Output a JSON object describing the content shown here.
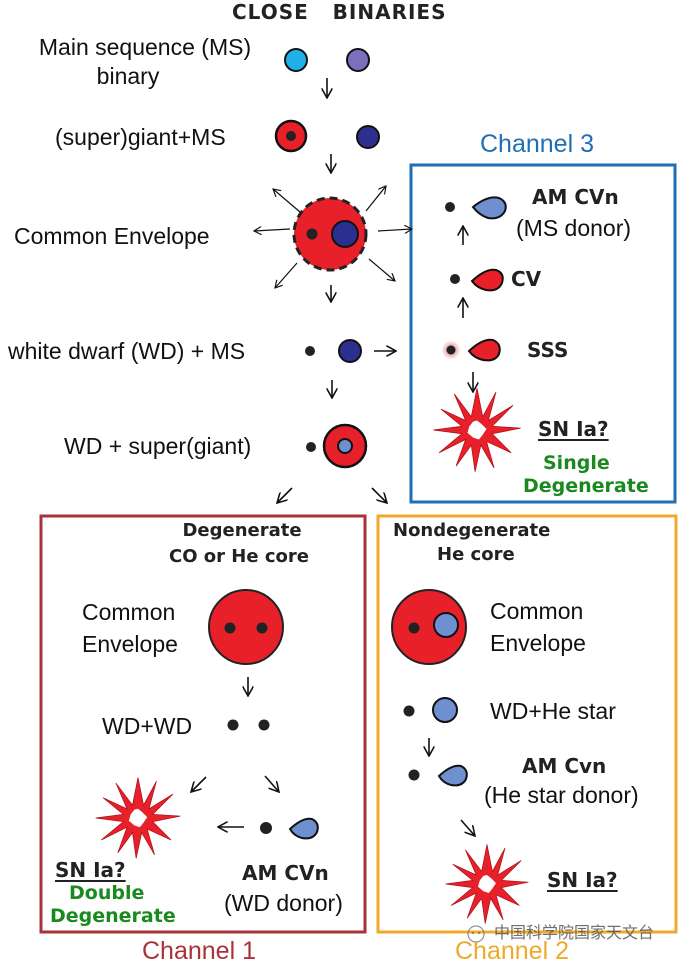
{
  "title": "CLOSE   BINARIES",
  "colors": {
    "channel1": "#a8323a",
    "channel2": "#f0a928",
    "channel3": "#1f6fb5",
    "envelope_red": "#e8202a",
    "ms_cyan": "#1fb0e8",
    "ms_purple": "#7b70bd",
    "ms_navy": "#2b2f8f",
    "he_star": "#6e8fd0",
    "green_text": "#1a8a1f"
  },
  "main_track": {
    "stage1": [
      "Main sequence (MS)",
      "binary"
    ],
    "stage2": "(super)giant+MS",
    "stage3": "Common Envelope",
    "stage4": "white dwarf (WD) + MS",
    "stage5": "WD + super(giant)"
  },
  "channel3": {
    "title": "Channel 3",
    "amcvn": "AM CVn",
    "amcvn_sub": "(MS donor)",
    "cv": "CV",
    "sss": "SSS",
    "sn": "SN Ia?",
    "type_line1": "Single",
    "type_line2": "Degenerate"
  },
  "channel1": {
    "title": "Channel 1",
    "header_line1": "Degenerate",
    "header_line2": "CO or He core",
    "ce_line1": "Common",
    "ce_line2": "Envelope",
    "wdwd": "WD+WD",
    "sn": "SN Ia?",
    "type_line1": "Double",
    "type_line2": "Degenerate",
    "amcvn": "AM CVn",
    "amcvn_sub": "(WD donor)"
  },
  "channel2": {
    "title": "Channel 2",
    "header_line1": "Nondegenerate",
    "header_line2": "He core",
    "ce_line1": "Common",
    "ce_line2": "Envelope",
    "wdhe": "WD+He star",
    "amcvn": "AM Cvn",
    "amcvn_sub": "(He star donor)",
    "sn": "SN Ia?"
  },
  "watermark": "中国科学院国家天文台"
}
